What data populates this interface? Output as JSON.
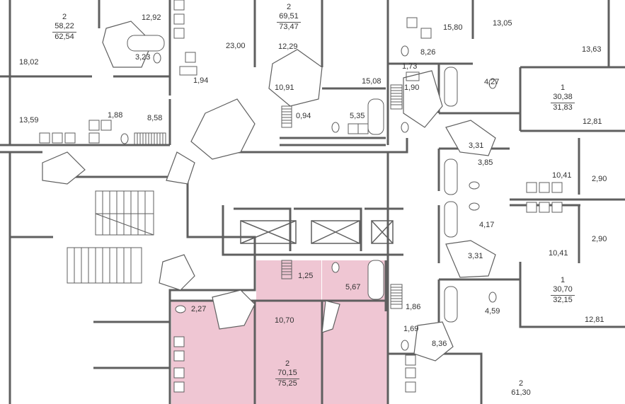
{
  "colors": {
    "wall": "#5f5f5f",
    "highlight": "#efc6d3",
    "background": "#ffffff",
    "text": "#333333"
  },
  "apartments": [
    {
      "rooms": "2",
      "living": "58,22",
      "total": "62,54"
    },
    {
      "rooms": "2",
      "living": "69,51",
      "total": "73,47"
    },
    {
      "rooms": "1",
      "living": "30,38",
      "total": "31,83"
    },
    {
      "rooms": "1",
      "living": "30,70",
      "total": "32,15"
    },
    {
      "rooms": "2",
      "living": "70,15",
      "total": "75,25"
    },
    {
      "rooms": "2",
      "living": "61,30",
      "total": ""
    }
  ],
  "rooms": [
    "12,92",
    "18,02",
    "3,23",
    "23,00",
    "12,29",
    "13,59",
    "1,88",
    "8,58",
    "1,94",
    "10,91",
    "0,94",
    "15,08",
    "5,35",
    "15,80",
    "13,05",
    "8,26",
    "13,63",
    "1,73",
    "1,90",
    "4,27",
    "12,81",
    "3,31",
    "3,85",
    "10,41",
    "2,90",
    "4,17",
    "2,90",
    "10,41",
    "3,31",
    "1,25",
    "5,67",
    "1,86",
    "4,59",
    "12,81",
    "2,27",
    "10,70",
    "1,69",
    "8,36"
  ]
}
